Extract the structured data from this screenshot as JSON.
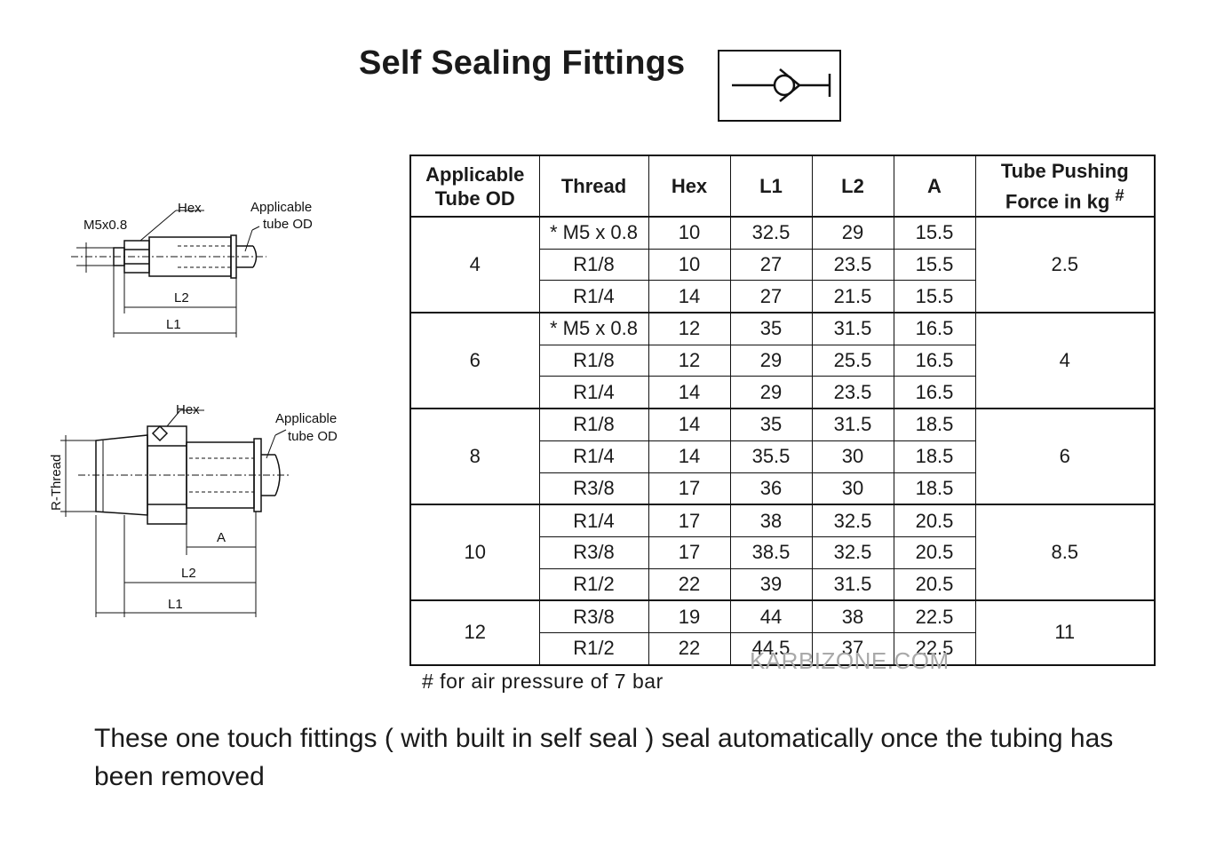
{
  "title": "Self Sealing Fittings",
  "symbol_icon": "check-valve-icon",
  "diagrams": {
    "top": {
      "thread": "M5x0.8",
      "hex": "Hex",
      "tube_od_line1": "Applicable",
      "tube_od_line2": "tube OD",
      "l2": "L2",
      "l1": "L1"
    },
    "bottom": {
      "thread": "R-Thread",
      "hex": "Hex",
      "tube_od_line1": "Applicable",
      "tube_od_line2": "tube OD",
      "a": "A",
      "l2": "L2",
      "l1": "L1"
    }
  },
  "table": {
    "headers": {
      "od_line1": "Applicable",
      "od_line2": "Tube OD",
      "thread": "Thread",
      "hex": "Hex",
      "l1": "L1",
      "l2": "L2",
      "a": "A",
      "force_line1": "Tube Pushing",
      "force_line2": "Force in kg",
      "force_mark": "#"
    },
    "groups": [
      {
        "od": "4",
        "force": "2.5",
        "rows": [
          {
            "thread": "* M5 x 0.8",
            "hex": "10",
            "l1": "32.5",
            "l2": "29",
            "a": "15.5"
          },
          {
            "thread": "R1/8",
            "hex": "10",
            "l1": "27",
            "l2": "23.5",
            "a": "15.5"
          },
          {
            "thread": "R1/4",
            "hex": "14",
            "l1": "27",
            "l2": "21.5",
            "a": "15.5"
          }
        ]
      },
      {
        "od": "6",
        "force": "4",
        "rows": [
          {
            "thread": "* M5 x 0.8",
            "hex": "12",
            "l1": "35",
            "l2": "31.5",
            "a": "16.5"
          },
          {
            "thread": "R1/8",
            "hex": "12",
            "l1": "29",
            "l2": "25.5",
            "a": "16.5"
          },
          {
            "thread": "R1/4",
            "hex": "14",
            "l1": "29",
            "l2": "23.5",
            "a": "16.5"
          }
        ]
      },
      {
        "od": "8",
        "force": "6",
        "rows": [
          {
            "thread": "R1/8",
            "hex": "14",
            "l1": "35",
            "l2": "31.5",
            "a": "18.5"
          },
          {
            "thread": "R1/4",
            "hex": "14",
            "l1": "35.5",
            "l2": "30",
            "a": "18.5"
          },
          {
            "thread": "R3/8",
            "hex": "17",
            "l1": "36",
            "l2": "30",
            "a": "18.5"
          }
        ]
      },
      {
        "od": "10",
        "force": "8.5",
        "rows": [
          {
            "thread": "R1/4",
            "hex": "17",
            "l1": "38",
            "l2": "32.5",
            "a": "20.5"
          },
          {
            "thread": "R3/8",
            "hex": "17",
            "l1": "38.5",
            "l2": "32.5",
            "a": "20.5"
          },
          {
            "thread": "R1/2",
            "hex": "22",
            "l1": "39",
            "l2": "31.5",
            "a": "20.5"
          }
        ]
      },
      {
        "od": "12",
        "force": "11",
        "rows": [
          {
            "thread": "R3/8",
            "hex": "19",
            "l1": "44",
            "l2": "38",
            "a": "22.5"
          },
          {
            "thread": "R1/2",
            "hex": "22",
            "l1": "44.5",
            "l2": "37",
            "a": "22.5"
          }
        ]
      }
    ]
  },
  "footnote": "# for air pressure of 7 bar",
  "watermark": "KARBIZONE.COM",
  "description": "These one touch fittings ( with built in self seal ) seal automatically once the tubing has been removed"
}
